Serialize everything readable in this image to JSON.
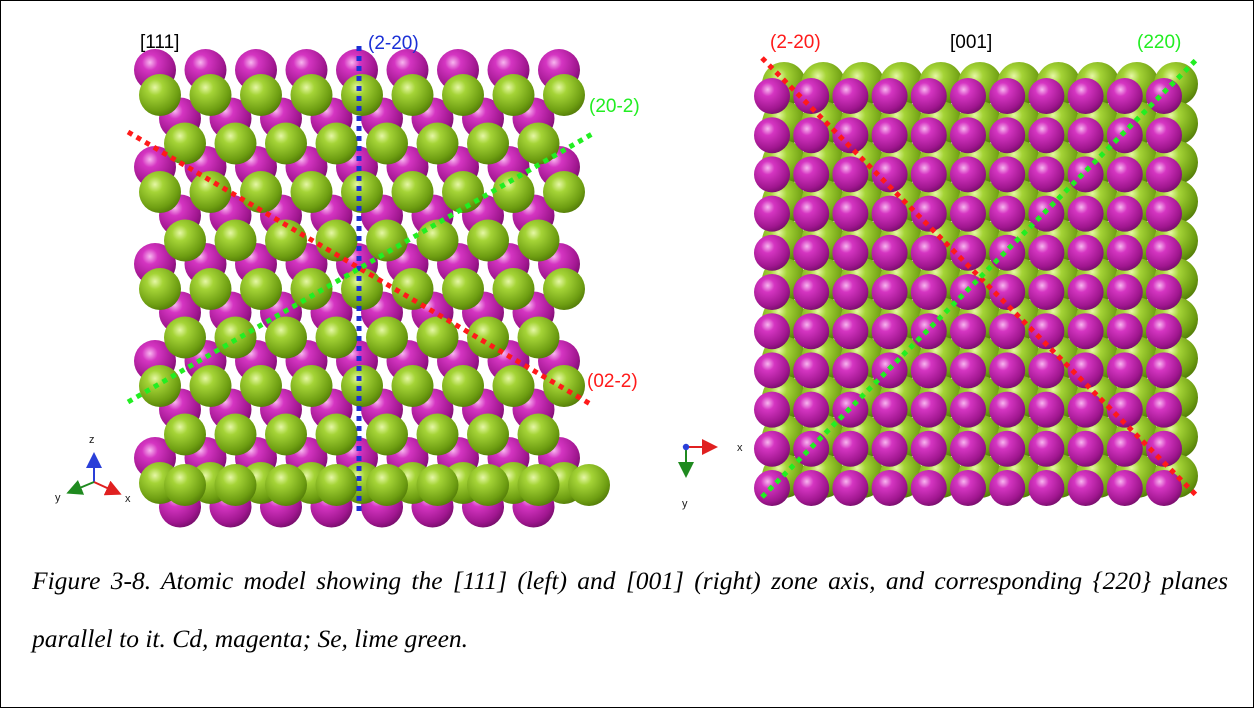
{
  "figure": {
    "left_panel": {
      "zone_axis_label": "[111]",
      "plane_labels": {
        "blue": "(2-20)",
        "green": "(20-2)",
        "red": "(02-2)"
      },
      "axes": {
        "up": "z",
        "left": "y",
        "right": "x"
      }
    },
    "right_panel": {
      "zone_axis_label": "[001]",
      "plane_labels": {
        "red": "(2-20)",
        "green": "(220)"
      },
      "axes": {
        "right": "x",
        "down": "y"
      }
    },
    "colors": {
      "cd_magenta": "#c21fb0",
      "se_lime": "#8cbf1e",
      "plane_red": "#ff1a1a",
      "plane_green": "#22ee22",
      "plane_blue": "#1a2fd6"
    }
  },
  "caption": {
    "text": "Figure 3-8. Atomic model showing the [111] (left) and [001] (right) zone axis, and corresponding {220} planes parallel to it. Cd, magenta; Se, lime green."
  }
}
